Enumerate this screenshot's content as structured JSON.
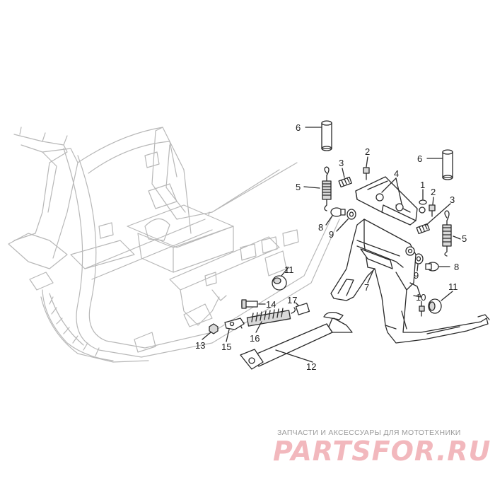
{
  "diagram": {
    "callouts": [
      {
        "id": "c6a",
        "label": "6"
      },
      {
        "id": "c6b",
        "label": "6"
      },
      {
        "id": "c2a",
        "label": "2"
      },
      {
        "id": "c2b",
        "label": "2"
      },
      {
        "id": "c3a",
        "label": "3"
      },
      {
        "id": "c3b",
        "label": "3"
      },
      {
        "id": "c4",
        "label": "4"
      },
      {
        "id": "c1",
        "label": "1"
      },
      {
        "id": "c5a",
        "label": "5"
      },
      {
        "id": "c5b",
        "label": "5"
      },
      {
        "id": "c8a",
        "label": "8"
      },
      {
        "id": "c8b",
        "label": "8"
      },
      {
        "id": "c9a",
        "label": "9"
      },
      {
        "id": "c9b",
        "label": "9"
      },
      {
        "id": "c7",
        "label": "7"
      },
      {
        "id": "c10",
        "label": "10"
      },
      {
        "id": "c11a",
        "label": "11"
      },
      {
        "id": "c11b",
        "label": "11"
      },
      {
        "id": "c14",
        "label": "14"
      },
      {
        "id": "c17",
        "label": "17"
      },
      {
        "id": "c16",
        "label": "16"
      },
      {
        "id": "c13",
        "label": "13"
      },
      {
        "id": "c15",
        "label": "15"
      },
      {
        "id": "c12",
        "label": "12"
      }
    ]
  },
  "watermark": {
    "tagline": "ЗАПЧАСТИ И АКСЕССУАРЫ ДЛЯ МОТОТЕХНИКИ",
    "logo_text": "PARTSFOR.RU",
    "color": "#f2b8bd"
  }
}
